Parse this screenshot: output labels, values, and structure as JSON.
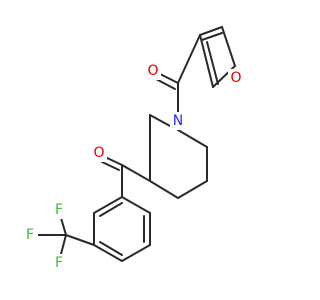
{
  "molecule": {
    "colors": {
      "bond": "#2a2a2a",
      "oxygen": "#e00000",
      "nitrogen": "#1f2bff",
      "fluorine": "#3bbf3b"
    },
    "labels": {
      "furan_oxygen": "O",
      "ketone_oxygen_top": "O",
      "ketone_oxygen_left": "O",
      "nitrogen": "N",
      "fluorine_top": "F",
      "fluorine_left": "F",
      "fluorine_bottom": "F"
    }
  }
}
